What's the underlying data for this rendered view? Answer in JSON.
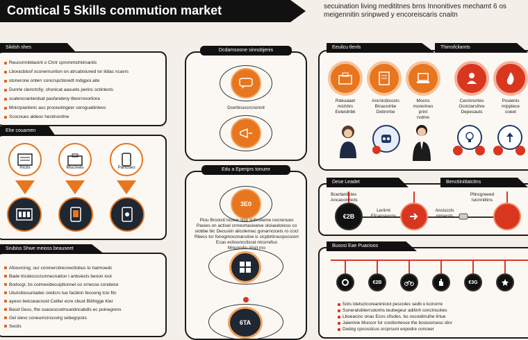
{
  "title": "Comtical 5 Skills commution market",
  "subtitle": "secuination living medititnes brns Innonitives mechamt 6 os meigennitin srinpwed y encoreiscaris cnaitn",
  "left_top": {
    "tab": "Sikilsh shes",
    "bullets": [
      "Reucomnbitaoint o Chrir cprommichtimantis",
      "Lboracbioof oconernuntion on atrcaboiuned lor lidiac ncavrs",
      "stonerone onterr concrspctioredt mdigpoi aite",
      "Dunrte clerortcfiy; chonicat aasuets perinc octinlects",
      "scatencranterdsat pasfandeny tlteorrovortiora",
      "Mnicrpianteric auc proceutingeer ceroguatiinlevs",
      "Scocnues aldeoc hectinonitne"
    ]
  },
  "left_mid": {
    "tab": "Ehe couamen",
    "icons": [
      {
        "label": "Riclis",
        "icon": "document-icon"
      },
      {
        "label": "Mscinels",
        "icon": "briefcase-icon"
      },
      {
        "label": "Pancues",
        "icon": "phone-icon"
      }
    ],
    "bottom_icons": [
      "server-icon",
      "tablet-icon",
      "phone-icon"
    ]
  },
  "left_bottom": {
    "tab": "Srubiss Shwe meioss beauseet",
    "bullets": [
      "Afoovrcing; our conmerctirecnecltobus to harmoedc",
      "Bade tricdecoc/connecnation l anbsiecls beoon ioot",
      "Bodscgr, bs coimexidecuiptionnel oo srnecse condeice",
      "Uluricbiosuniadec orelicrs tue facbinn fecoong tcio fitc",
      "ayeoo belcoeacnoid Ceiller ecre cbuxt Biithigge Kier",
      "Beod Gess, fhe ssacesccetrsueidncabdls ec poinegrens",
      "Gel slevc coneumcinssvirg sebegrpsks",
      "Sectis"
    ]
  },
  "center_top": {
    "tab": "Dcdamsoone sinnobjenis",
    "caption": "Dcertinuscrcnonnit",
    "icons": [
      "chat-icon",
      "megaphone-icon"
    ]
  },
  "center_bottom": {
    "tab": "Edu a Eperiprs tonumr",
    "badge": "3E0",
    "lines": [
      "Piou Brooicit toceer siss sidlrceeme nocrenues",
      "Paoies on actisel crmeortasioelve oloiaedoreso co",
      "siobbe bic Decusiin alicolemac gonarncicets ro ccicl",
      "Rbecs tor fonogmoconanutoe ic cicpbrtiroucpscsiom",
      "Ecas ectiouncclicrat ntcsrrefuo",
      "Mriunndiu iriisit mo"
    ],
    "icons": [
      "grid-icon",
      "chart-icon"
    ],
    "bottom_label": "6TA"
  },
  "right_top": {
    "tabs": [
      "Eeuilcu tlenls",
      "Thimsfcliamts"
    ],
    "circles": [
      {
        "label": "Rdeuaaet\nmichtirs\nEeteidnbk",
        "icon": "briefcase-icon"
      },
      {
        "label": "Ancnicbicosts\nBinacotrtie\nDeitnrrbe",
        "icon": "document-icon"
      },
      {
        "label": "Mocns\nmorerines\nprint\nrvdme",
        "icon": "laptop-icon"
      },
      {
        "label": "Cecinnortes\nOcrictarsthre\nDepesauts",
        "icon": "person-icon"
      },
      {
        "label": "Pouienis\nmipplece\ncoeet",
        "icon": "flame-icon"
      }
    ],
    "people": [
      "woman-icon",
      "robot-icon",
      "businessman-icon",
      "lightbulb-icon",
      "lamp-icon"
    ]
  },
  "right_mid": {
    "tabs": [
      "Dese Leadet",
      "Benctiinitlatcitns"
    ],
    "nodes": [
      "€2B",
      "arrow-icon",
      "key-icon",
      "tools-icon"
    ],
    "labels": [
      "Bcertanlictes\nAncaconnicts",
      "Leriirnt\nEfcaoraocns",
      "Ansisccls\nnimersts",
      "Plincgreeed\nluicnniltins"
    ]
  },
  "right_bottom": {
    "tab": "Busosi Eae Puacioos",
    "nodes": [
      "gear-icon",
      "€2B",
      "bike-icon",
      "hand-icon",
      "€3G",
      "star-icon"
    ],
    "bullets": [
      "5clis Idetsctcoreaniniciot pescoles sedb o kcinorre",
      "Suneralsiblerrsdonhs teubegeur aditinh conctnsolies",
      "Lboeacinc onas Ecos cfisdes, bo oscoidinuihe lirtue",
      "Jaienlvie Muocor for cordiontesce the bosiosirsesc dinr",
      "Dodog cpcosstcus srcprsuni eopodre conceer"
    ]
  },
  "colors": {
    "accent": "#e8761f",
    "dark": "#111111",
    "red": "#d93620",
    "bg": "#f4efe8"
  }
}
